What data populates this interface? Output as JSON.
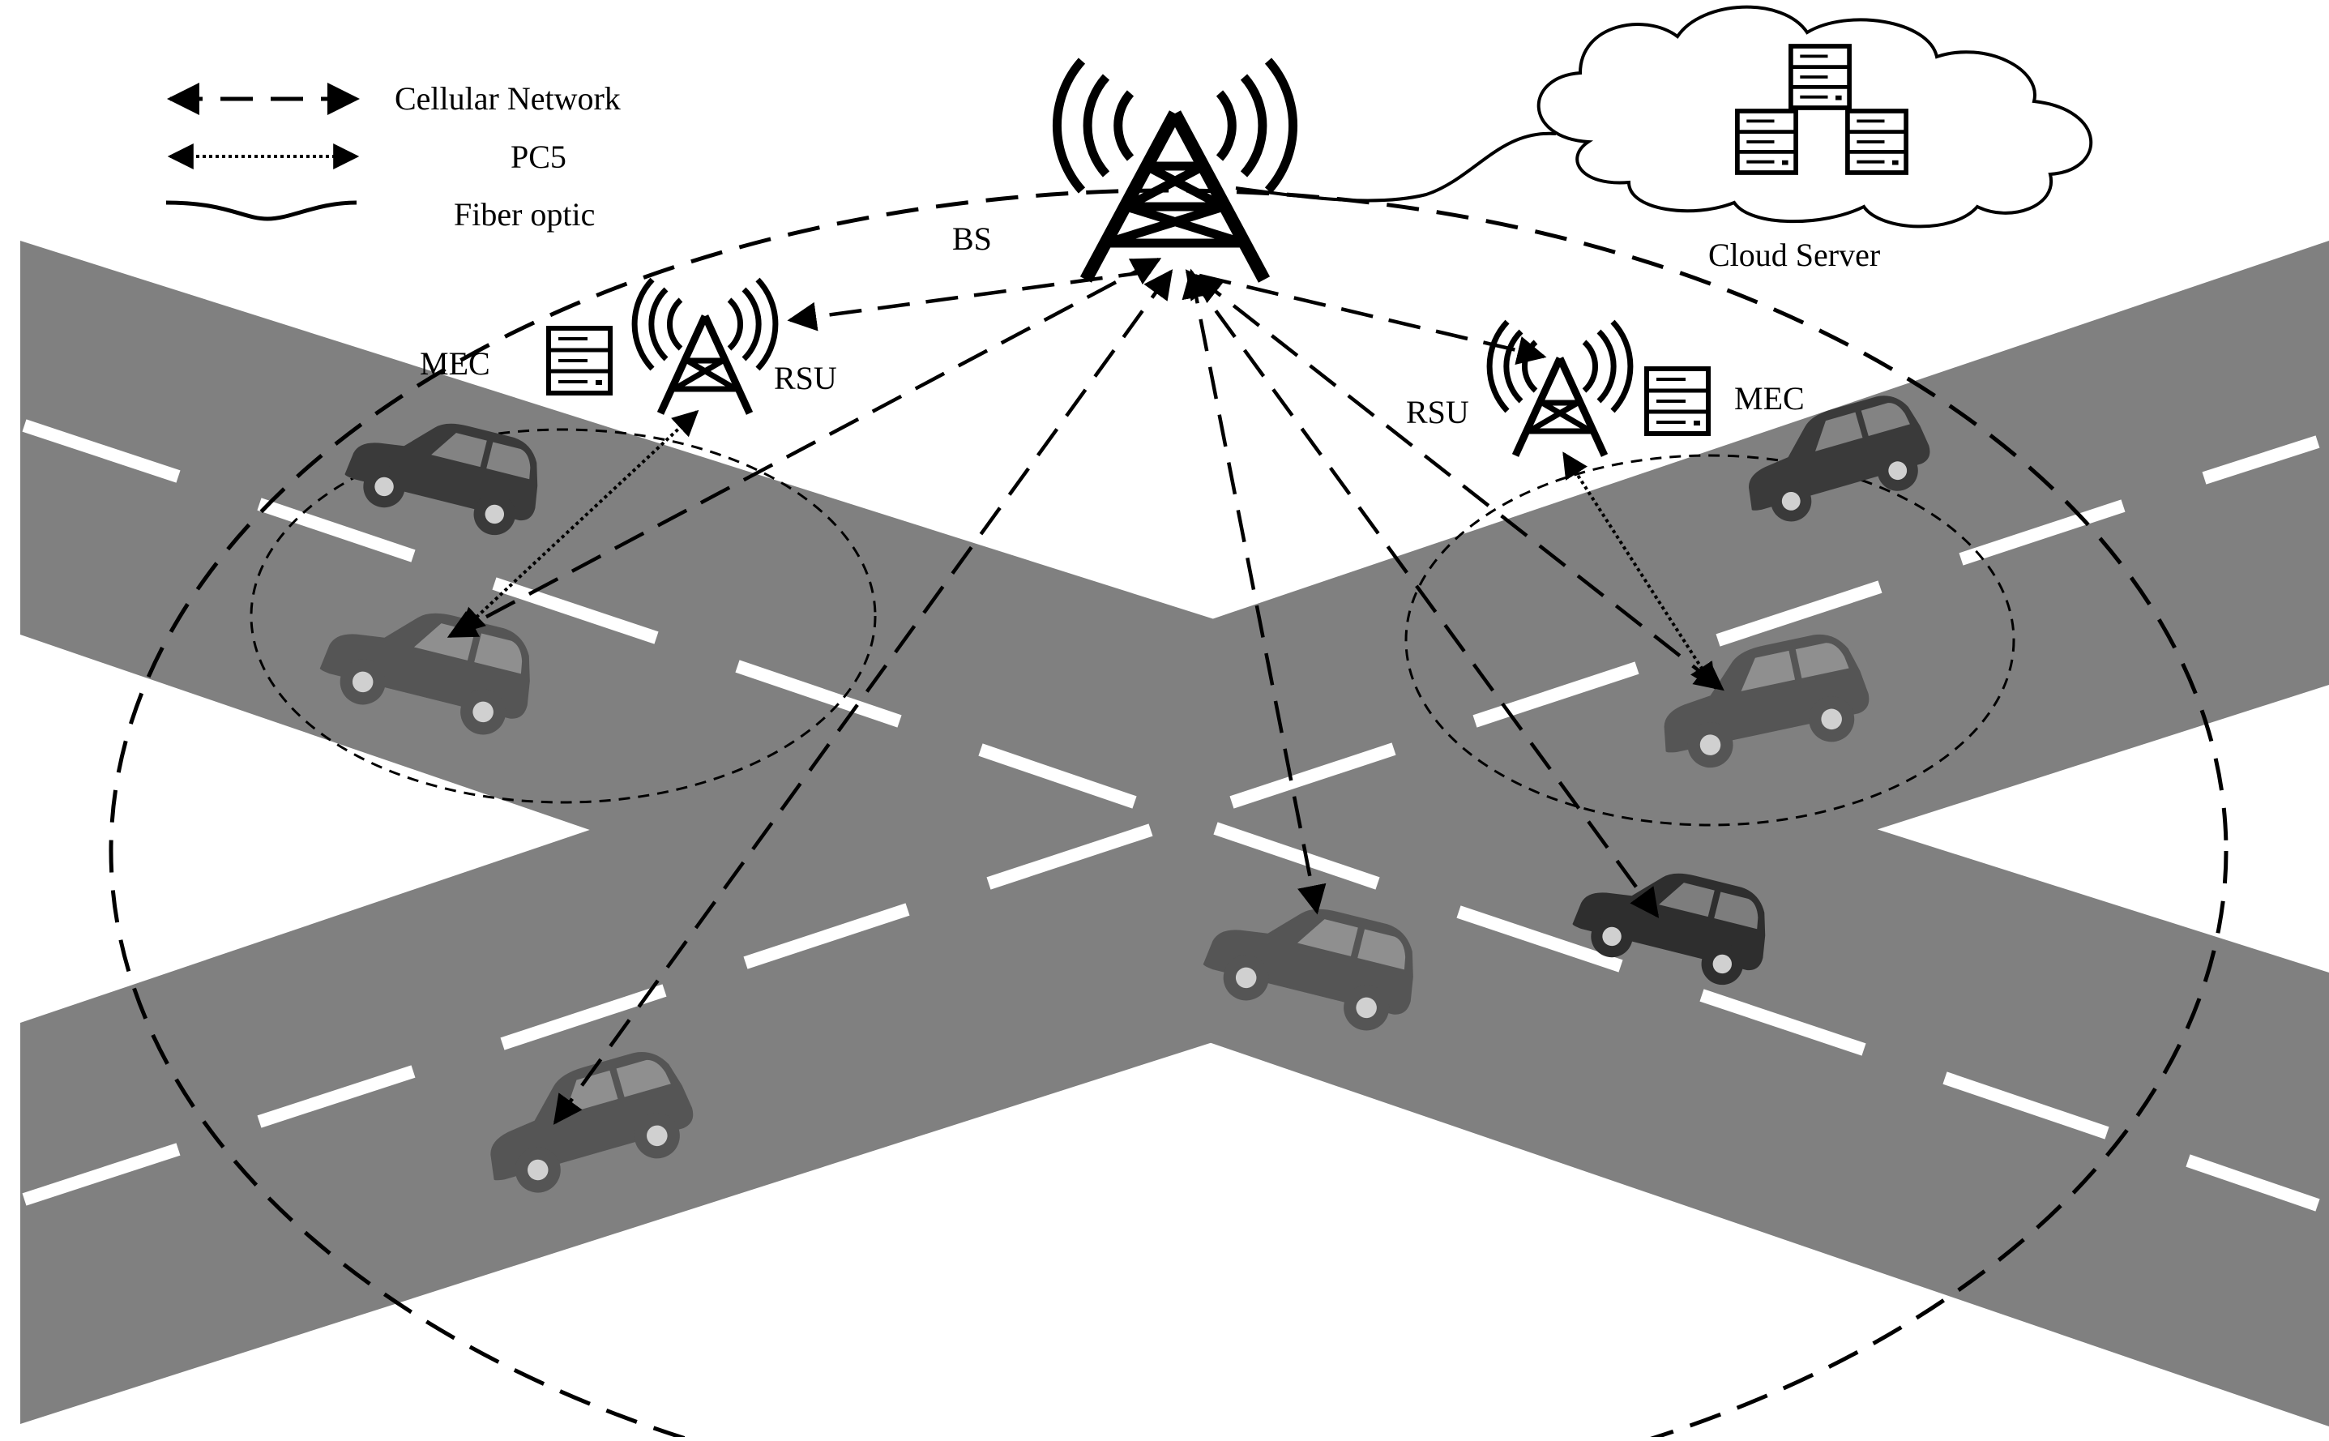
{
  "legend": {
    "cellular": "Cellular Network",
    "pc5": "PC5",
    "fiber": "Fiber optic"
  },
  "labels": {
    "bs": "BS",
    "cloud": "Cloud Server",
    "rsu_left": "RSU",
    "mec_left": "MEC",
    "rsu_right": "RSU",
    "mec_right": "MEC"
  },
  "colors": {
    "road": "#808080",
    "lane_marking": "#ffffff",
    "car_dark": "#3a3a3a",
    "car_grey": "#555555",
    "line": "#000000"
  },
  "icons": [
    "tower-icon",
    "server-icon",
    "cloud-icon",
    "car-icon"
  ]
}
